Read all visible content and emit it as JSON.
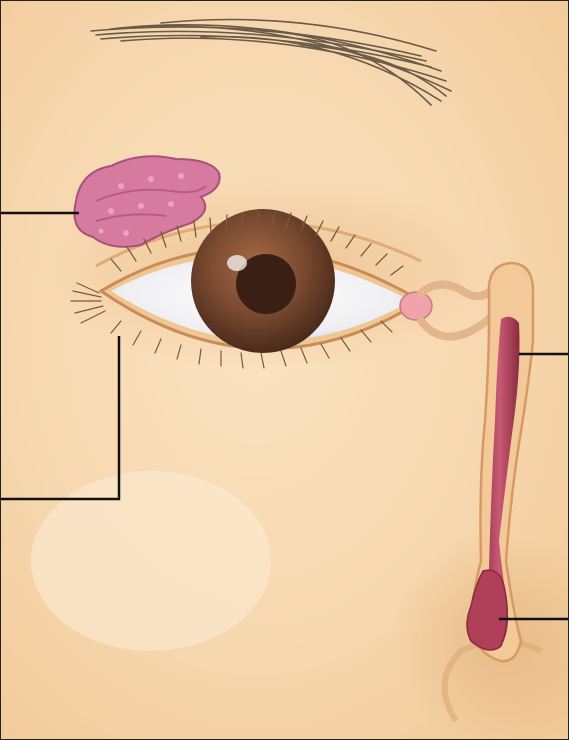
{
  "diagram": {
    "labels": [],
    "colors": {
      "skin": "#f7d9b0",
      "skin_shadow": "#e8b984",
      "gland": "#d67aa0",
      "iris": "#7a4a30",
      "pupil": "#3a2014",
      "duct": "#b0405a",
      "leader_line": "#111111",
      "border": "#222222"
    },
    "icons": [
      "lacrimal-gland",
      "eyeball",
      "iris",
      "pupil",
      "eyebrow",
      "eyelashes",
      "lacrimal-canaliculi",
      "lacrimal-sac",
      "nasolacrimal-duct",
      "nose"
    ]
  }
}
